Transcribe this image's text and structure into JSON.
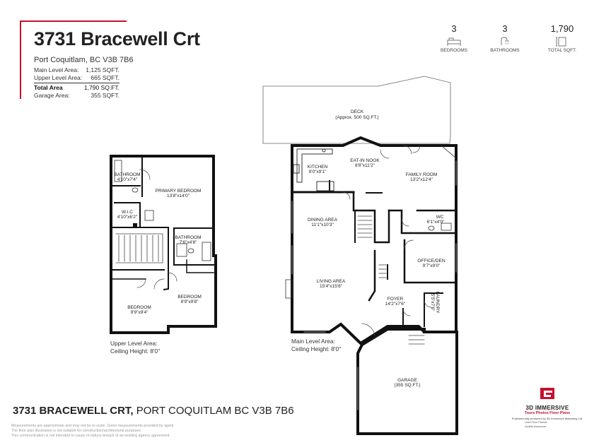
{
  "header": {
    "title": "3731 Bracewell Crt",
    "address": "Port Coquitlam, BC V3B 7B6",
    "areas": [
      {
        "label": "Main Level Area:",
        "value": "1,125 SQFT."
      },
      {
        "label": "Upper Level Area:",
        "value": "665 SQFT."
      }
    ],
    "total": {
      "label": "Total Area",
      "value": "1,790 SQ.FT."
    },
    "garage": {
      "label": "Garage Area:",
      "value": "355 SQFT."
    },
    "accent_color": "#c8102e"
  },
  "stats": [
    {
      "value": "3",
      "label": "BEDROOMS",
      "icon": "bed-icon"
    },
    {
      "value": "3",
      "label": "BATHROOMS",
      "icon": "shower-icon"
    },
    {
      "value": "1,790",
      "label": "TOTAL SQFT.",
      "icon": "measure-icon"
    }
  ],
  "upper_level": {
    "rooms": [
      {
        "name": "BATHROOM",
        "dims": "4'10\"x7'4\""
      },
      {
        "name": "PRIMARY BEDROOM",
        "dims": "13'8\"x14'0\""
      },
      {
        "name": "W.I.C",
        "dims": "4'10\"x6'2\""
      },
      {
        "name": "BATHROOM",
        "dims": "7'6\"x4'8\""
      },
      {
        "name": "BEDROOM",
        "dims": "8'9\"x9'8\""
      },
      {
        "name": "BEDROOM",
        "dims": "9'9\"x9'4\""
      }
    ],
    "note_area": "Upper Level Area:",
    "note_ceiling": "Ceiling Height: 8'0\""
  },
  "main_level": {
    "rooms": [
      {
        "name": "DECK",
        "dims": "(Approx. 500 SQ.FT.)"
      },
      {
        "name": "KITCHEN",
        "dims": "9'0\"x9'1\""
      },
      {
        "name": "EAT-IN NOOK",
        "dims": "8'8\"x11'2\""
      },
      {
        "name": "FAMILY ROOM",
        "dims": "13'2\"x12'4\""
      },
      {
        "name": "DINING AREA",
        "dims": "11'1\"x10'3\""
      },
      {
        "name": "WC",
        "dims": "6'1\"x4'9\""
      },
      {
        "name": "OFFICE/DEN",
        "dims": "9'7\"x9'0\""
      },
      {
        "name": "LIVING AREA",
        "dims": "15'4\"x15'8\""
      },
      {
        "name": "FOYER",
        "dims": "14'2\"x7'6\""
      },
      {
        "name": "LAUNDRY",
        "dims": "5'5\"x7'6\""
      },
      {
        "name": "GARAGE",
        "dims": "(355 SQ.FT.)"
      }
    ],
    "note_area": "Main Level Area:",
    "note_ceiling": "Ceiling Height: 8'0\""
  },
  "footer": {
    "address_bold": "3731 BRACEWELL CRT,",
    "address_rest": " PORT COQUITLAM BC V3B 7B6",
    "disclaimer": [
      "Measurements are approximate and may not be to scale. Given measurements provided by agent.",
      "The floor plan illustration is not suitable for construction/architectural purposes.",
      "This communication is not intended to cause or induce breach of an existing agency agreement."
    ]
  },
  "brand": {
    "name": "3D IMMERSIVE",
    "tagline": "Tours  Photos  Floor Plans",
    "credit": "Professionally produced by 3D Immersive Marketing Ltd.",
    "lead": "Lead Floor Planner",
    "quality": "Quality Assurance"
  }
}
